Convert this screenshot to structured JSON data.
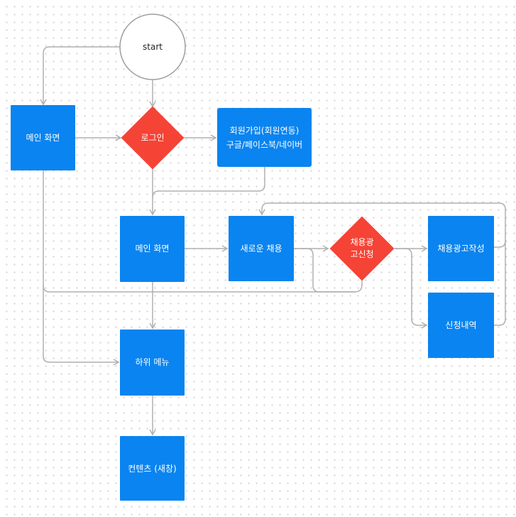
{
  "colors": {
    "box": "#0a84f0",
    "decision": "#f54336",
    "start_fill": "#ffffff",
    "start_stroke": "#9e9e9e",
    "edge": "#b0b0b0"
  },
  "nodes": [
    {
      "id": "start",
      "shape": "circle",
      "lines": [
        "start"
      ]
    },
    {
      "id": "main-screen-1",
      "shape": "rect",
      "lines": [
        "메인 화면"
      ]
    },
    {
      "id": "login",
      "shape": "diamond",
      "lines": [
        "로그인"
      ]
    },
    {
      "id": "signup",
      "shape": "rect",
      "lines": [
        "회원가입(회원연동)",
        "구글/페이스북/네이버"
      ]
    },
    {
      "id": "main-screen-2",
      "shape": "rect",
      "lines": [
        "메인 화면"
      ]
    },
    {
      "id": "new-recruit",
      "shape": "rect",
      "lines": [
        "새로운 채용"
      ]
    },
    {
      "id": "recruit-ad-apply",
      "shape": "diamond",
      "lines": [
        "채용광",
        "고신청"
      ]
    },
    {
      "id": "recruit-ad-write",
      "shape": "rect",
      "lines": [
        "채용광고작성"
      ]
    },
    {
      "id": "application-history",
      "shape": "rect",
      "lines": [
        "신청내역"
      ]
    },
    {
      "id": "sub-menu",
      "shape": "rect",
      "lines": [
        "하위 메뉴"
      ]
    },
    {
      "id": "content-new-window",
      "shape": "rect",
      "lines": [
        "컨텐츠 (새창)"
      ]
    }
  ]
}
